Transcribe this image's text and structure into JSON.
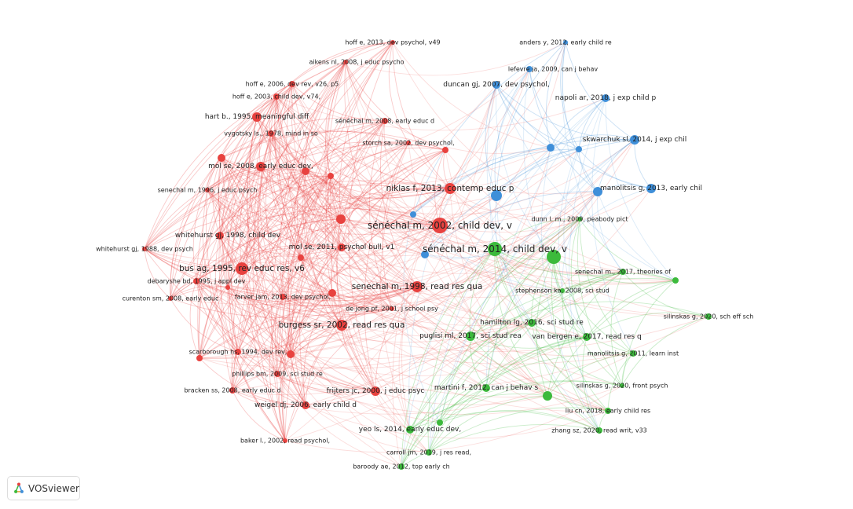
{
  "app": {
    "logo_text": "VOSviewer"
  },
  "clusters": {
    "red": "#e8423f",
    "blue": "#3f8fd9",
    "green": "#3cba3c"
  },
  "nodes": [
    {
      "label": "hoff e, 2013, dev psychol, v49",
      "cluster": "red"
    },
    {
      "label": "aikens nl, 2008, j educ psycho",
      "cluster": "red"
    },
    {
      "label": "hoff e, 2006, dev rev, v26, p5",
      "cluster": "red"
    },
    {
      "label": "hoff e, 2003, child dev, v74,",
      "cluster": "red"
    },
    {
      "label": "hart b., 1995, meaningful diff",
      "cluster": "red"
    },
    {
      "label": "vygotsky ls., 1978, mind in so",
      "cluster": "red"
    },
    {
      "label": "sénéchal m, 2008, early educ d",
      "cluster": "red"
    },
    {
      "label": "storch sa, 2002, dev psychol,",
      "cluster": "red"
    },
    {
      "label": "",
      "cluster": "red"
    },
    {
      "label": "",
      "cluster": "red"
    },
    {
      "label": "mol se, 2008, early educ dev,",
      "cluster": "red"
    },
    {
      "label": "",
      "cluster": "red"
    },
    {
      "label": "",
      "cluster": "red"
    },
    {
      "label": "senechal m, 1996, j educ psych",
      "cluster": "red"
    },
    {
      "label": "niklas f, 2013, contemp educ p",
      "cluster": "red"
    },
    {
      "label": "",
      "cluster": "red"
    },
    {
      "label": "sénéchal m, 2002, child dev, v",
      "cluster": "red"
    },
    {
      "label": "whitehurst gj, 1998, child dev",
      "cluster": "red"
    },
    {
      "label": "whitehurst gj, 1988, dev psych",
      "cluster": "red"
    },
    {
      "label": "mol se, 2011, psychol bull, v1",
      "cluster": "red"
    },
    {
      "label": "",
      "cluster": "red"
    },
    {
      "label": "bus ag, 1995, rev educ res, v6",
      "cluster": "red"
    },
    {
      "label": "debaryshe bd, 1995, j appl dev",
      "cluster": "red"
    },
    {
      "label": "",
      "cluster": "red"
    },
    {
      "label": "farver jam, 2013, dev psychol,",
      "cluster": "red"
    },
    {
      "label": "",
      "cluster": "red"
    },
    {
      "label": "curenton sm, 2008, early educ",
      "cluster": "red"
    },
    {
      "label": "senechal m, 1998, read res qua",
      "cluster": "red"
    },
    {
      "label": "de jong pf, 2001, j school psy",
      "cluster": "red"
    },
    {
      "label": "burgess sr, 2002, read res qua",
      "cluster": "red"
    },
    {
      "label": "scarborough hs, 1994, dev rev,",
      "cluster": "red"
    },
    {
      "label": "",
      "cluster": "red"
    },
    {
      "label": "",
      "cluster": "red"
    },
    {
      "label": "phillips bm, 2009, sci stud re",
      "cluster": "red"
    },
    {
      "label": "bracken ss, 2008, early educ d",
      "cluster": "red"
    },
    {
      "label": "frijters jc, 2000, j educ psyc",
      "cluster": "red"
    },
    {
      "label": "weigel dj, 2006, early child d",
      "cluster": "red"
    },
    {
      "label": "baker l., 2002, read psychol,",
      "cluster": "red"
    },
    {
      "label": "anders y, 2012, early child re",
      "cluster": "blue"
    },
    {
      "label": "lefevre ja, 2009, can j behav",
      "cluster": "blue"
    },
    {
      "label": "duncan gj, 2007, dev psychol,",
      "cluster": "blue"
    },
    {
      "label": "napoli ar, 2018, j exp child p",
      "cluster": "blue"
    },
    {
      "label": "skwarchuk sl, 2014, j exp chil",
      "cluster": "blue"
    },
    {
      "label": "",
      "cluster": "blue"
    },
    {
      "label": "",
      "cluster": "blue"
    },
    {
      "label": "",
      "cluster": "blue"
    },
    {
      "label": "manolitsis g, 2013, early chil",
      "cluster": "blue"
    },
    {
      "label": "",
      "cluster": "blue"
    },
    {
      "label": "",
      "cluster": "blue"
    },
    {
      "label": "",
      "cluster": "blue"
    },
    {
      "label": "dunn l. m., 2009, peabody pict",
      "cluster": "green"
    },
    {
      "label": "sénéchal m, 2014, child dev, v",
      "cluster": "green"
    },
    {
      "label": "",
      "cluster": "green"
    },
    {
      "label": "senechal m., 2017, theories of",
      "cluster": "green"
    },
    {
      "label": "",
      "cluster": "green"
    },
    {
      "label": "stephenson ka, 2008, sci stud",
      "cluster": "green"
    },
    {
      "label": "silinskas g, 2020, sch eff sch",
      "cluster": "green"
    },
    {
      "label": "hamilton lg, 2016, sci stud re",
      "cluster": "green"
    },
    {
      "label": "puglisi ml, 2017, sci stud rea",
      "cluster": "green"
    },
    {
      "label": "van bergen e, 2017, read res q",
      "cluster": "green"
    },
    {
      "label": "manolitsis g, 2011, learn inst",
      "cluster": "green"
    },
    {
      "label": "silinskas g, 2020, front psych",
      "cluster": "green"
    },
    {
      "label": "martini f, 2012, can j behav s",
      "cluster": "green"
    },
    {
      "label": "",
      "cluster": "green"
    },
    {
      "label": "liu cn, 2018, early child res",
      "cluster": "green"
    },
    {
      "label": "zhang sz, 2020, read writ, v33",
      "cluster": "green"
    },
    {
      "label": "yeo ls, 2014, early educ dev,",
      "cluster": "green"
    },
    {
      "label": "",
      "cluster": "green"
    },
    {
      "label": "carroll jm, 2019, j res read,",
      "cluster": "green"
    },
    {
      "label": "baroody ae, 2012, top early ch",
      "cluster": "green"
    }
  ]
}
